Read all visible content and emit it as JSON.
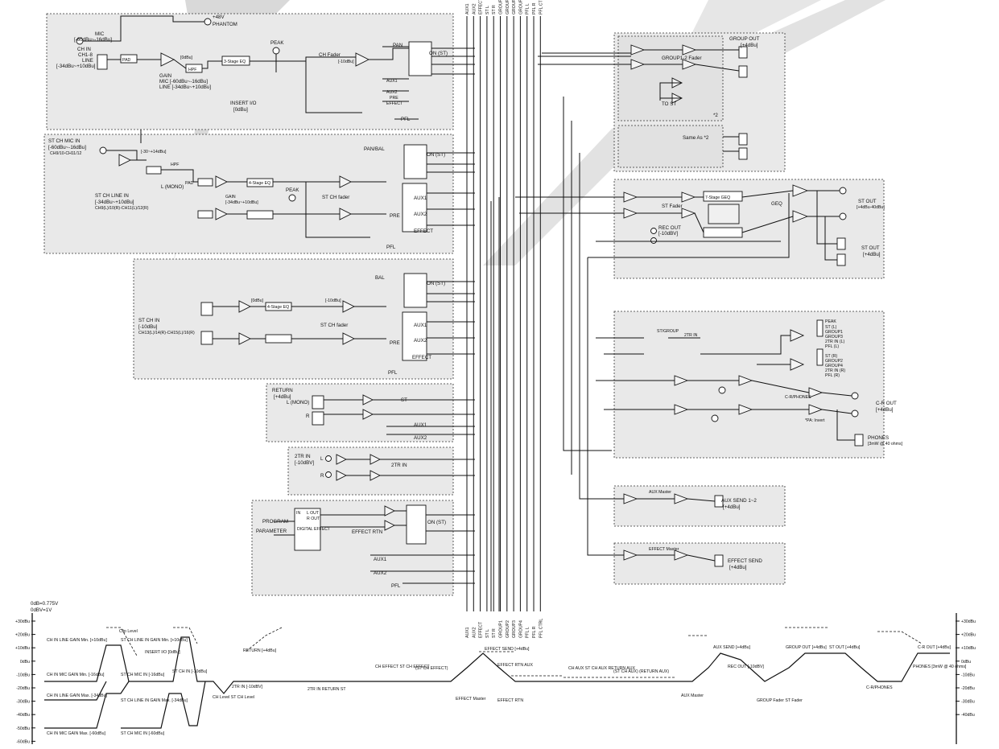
{
  "sections": {
    "ch_in": [
      "MIC",
      "[-60dBu~-16dBu]",
      "CH IN",
      "CH1-8",
      "LINE",
      "[-34dBu~+10dBu]",
      "GAIN",
      "MIC [-60dBu~-16dBu]",
      "LINE [-34dBu~+10dBu]",
      "+48V",
      "PHANTOM",
      "PAD",
      "HPF",
      "[0dBu]",
      "3-Stage EQ",
      "PEAK",
      "INSERT I/O",
      "[0dBu]",
      "CH Fader",
      "[-10dBu]",
      "PAN",
      "ON (ST)",
      "AUX1",
      "AUX2",
      "EFFECT",
      "PRE",
      "PFL"
    ],
    "st_ch_mic": [
      "ST CH MIC IN",
      "[-60dBu~-16dBu]",
      "CH9/10-CH11/12",
      "[-30~+14dBu]",
      "HPF",
      "PAD",
      "GAIN",
      "[-34dBu~+10dBu]",
      "4-Stage EQ",
      "ST CH LINE IN",
      "[-34dBu~+10dBu]",
      "CH9(L)/10(R)-CH11(L)/12(R)",
      "L (MONO)",
      "PEAK",
      "ST CH fader",
      "PAN/BAL",
      "ON (ST)",
      "AUX1",
      "AUX2",
      "EFFECT",
      "PRE",
      "PFL"
    ],
    "st_ch_in": [
      "ST CH IN",
      "[-10dBu]",
      "CH13(L)/14(R)-CH15(L)/16(R)",
      "4-Stage EQ",
      "[0dBu]",
      "[-10dBu]",
      "ST CH fader",
      "BAL",
      "ON (ST)",
      "AUX1",
      "AUX2",
      "EFFECT",
      "PRE",
      "PFL"
    ],
    "return": [
      "RETURN",
      "[+4dBu]",
      "L (MONO)",
      "R",
      "ST",
      "AUX1",
      "AUX2"
    ],
    "two_tr": [
      "2TR IN",
      "[-10dBV]",
      "L",
      "R",
      "2TR IN"
    ],
    "effect": [
      "PROGRAM",
      "PARAMETER",
      "IN",
      "L OUT",
      "R OUT",
      "DIGITAL EFFECT",
      "EFFECT RTN",
      "ON (ST)",
      "AUX1",
      "AUX2",
      "PFL"
    ],
    "group_out": [
      "GROUP OUT",
      "[+4dBu]",
      "GROUP1-2 Fader",
      "TO ST",
      "Same As *2",
      "*2"
    ],
    "st_out": [
      "ST Fader",
      "7-Stage GEQ",
      "GEQ",
      "REC OUT",
      "[-10dBV]",
      "ST OUT",
      "[+4dBu-40dBu]",
      "ST OUT",
      "[+4dBu]"
    ],
    "monitor": [
      "ST/GROUP",
      "2TR IN",
      "PEAK",
      "ST (L)",
      "GROUP1",
      "GROUP3",
      "2TR IN (L)",
      "PFL (L)",
      "ST (R)",
      "GROUP2",
      "GROUP4",
      "2TR IN (R)",
      "PFL (R)",
      "C-R/PHONES",
      "C-R OUT",
      "[+4dBu]",
      "PHONES",
      "[3mW @ 40 ohms]",
      "*PA: Invert"
    ],
    "aux_master": [
      "AUX Master",
      "AUX SEND 1~2",
      "[+4dBu]"
    ],
    "effect_master": [
      "EFFECT Master",
      "EFFECT SEND",
      "[+4dBu]"
    ]
  },
  "bus_labels": [
    "AUX1",
    "AUX2",
    "EFFECT",
    "ST L",
    "ST R",
    "GROUP1",
    "GROUP2",
    "GROUP3",
    "GROUP4",
    "PFL L",
    "PFL R",
    "PFL CTRL"
  ],
  "level_diagram": {
    "ref_lines": [
      "0dB=0.775V",
      "0dBV=1V"
    ],
    "left_scale": [
      "+30dBu",
      "+20dBu",
      "+10dBu",
      "0dBu",
      "-10dBu",
      "-20dBu",
      "-30dBu",
      "-40dBu",
      "-50dBu",
      "-60dBu"
    ],
    "right_scale": [
      "+30dBu",
      "+20dBu",
      "+10dBu",
      "0dBu",
      "-10dBu",
      "-20dBu",
      "-30dBu",
      "-40dBu"
    ],
    "labels": [
      "CH IN LINE GAIN Min. [+10dBu]",
      "CH IN MIC GAIN Min. [-16dBu]",
      "CH IN LINE GAIN Max. [-34dBu]",
      "CH IN MIC GAIN Max. [-60dBu]",
      "Clip Level",
      "ST CH LINE IN GAIN Min. [+10dBu]",
      "ST CH MIC IN [-16dBu]",
      "ST CH LINE IN GAIN Max. [-34dBu]",
      "ST CH MIC IN [-60dBu]",
      "INSERT I/O [0dBu]",
      "ST CH IN [-10dBu]",
      "CH Level ST CH Level",
      "RETURN [+4dBu]",
      "2TR IN [-10dBV]",
      "2TR IN RETURN ST",
      "CH EFFECT ST CH EFFECT",
      "(ST CH EFFECT)",
      "EFFECT Master",
      "EFFECT SEND [+4dBu]",
      "EFFECT RTN AUX",
      "EFFECT RTN",
      "CH AUX ST CH AUX RETURN AUX",
      "(ST CH AUX) (RETURN AUX)",
      "AUX Master",
      "AUX SEND [+4dBu]",
      "REC OUT [-10dBV]",
      "GROUP Fader ST Fader",
      "GROUP OUT [+4dBu]",
      "ST OUT [+4dBu]",
      "C-R/PHONES",
      "C-R OUT [+4dBu]",
      "PHONES [3mW @ 40 ohms]"
    ]
  }
}
